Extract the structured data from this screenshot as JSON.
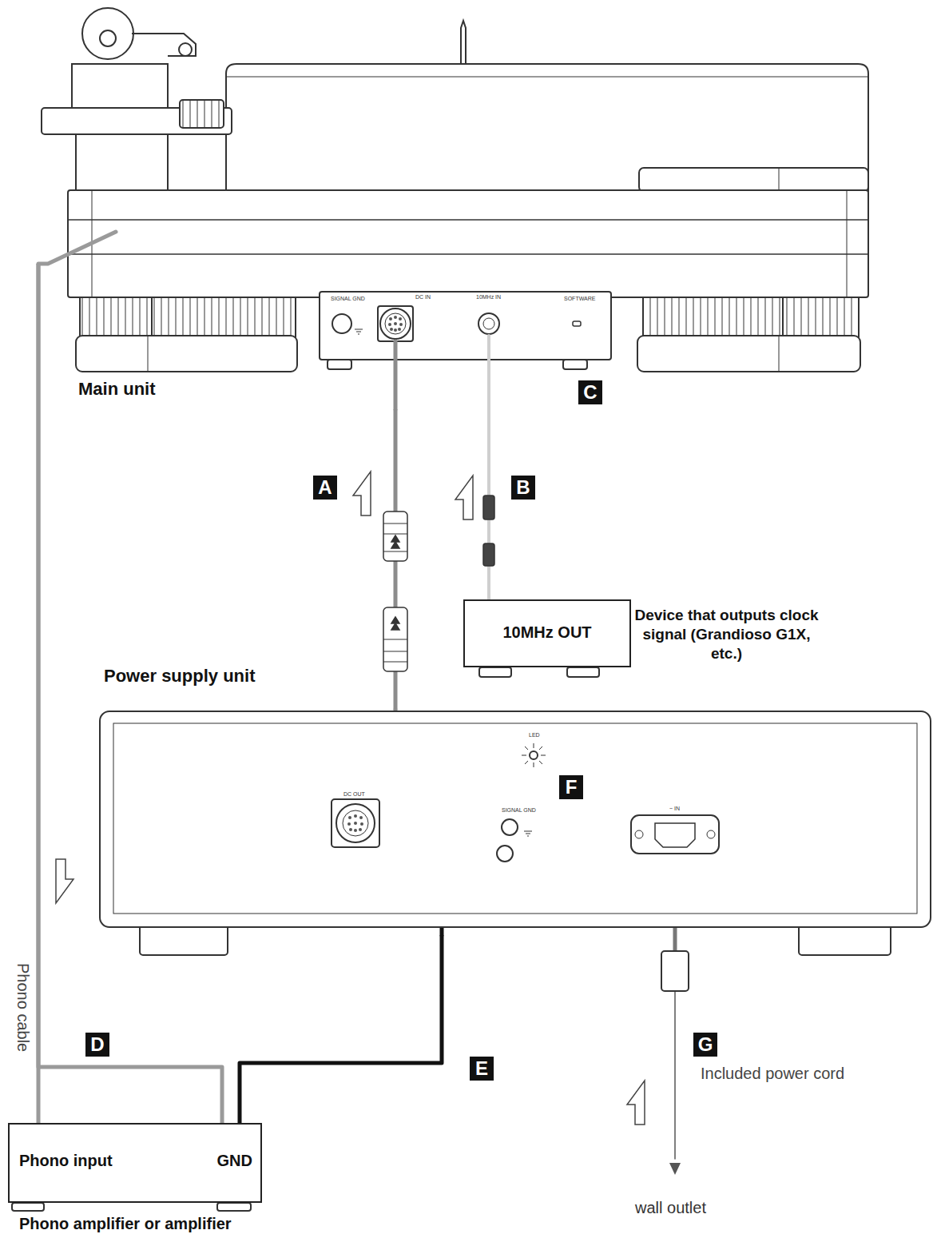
{
  "diagram": {
    "nodes": [
      {
        "text": [
          "Main unit"
        ]
      },
      {
        "text": [
          "10MHz OUT",
          "Device that outputs clock signal (Grandioso G1X, etc.)"
        ]
      },
      {
        "text": [
          "Power supply unit"
        ]
      },
      {
        "text": [
          "Phono input",
          "GND",
          "Phono amplifier or amplifier"
        ]
      }
    ],
    "edges": [
      {
        "from": 2,
        "to": 0,
        "arrow": "none"
      },
      {
        "from": 1,
        "to": 0,
        "arrow": "none"
      },
      {
        "from": 0,
        "to": 3,
        "arrow": "none"
      },
      {
        "from": 0,
        "to": 3,
        "arrow": "none"
      },
      {
        "from": 2,
        "to": 3,
        "arrow": "none"
      }
    ],
    "labels": [
      "SIGNAL GND",
      "DC IN",
      "10MHz IN",
      "SOFTWARE",
      "C",
      "A",
      "B",
      "DC OUT",
      "LED",
      "F",
      "SIGNAL GND",
      "~ IN",
      "Phono cable",
      "D",
      "E",
      "G",
      "Included power cord",
      "wall outlet"
    ]
  }
}
